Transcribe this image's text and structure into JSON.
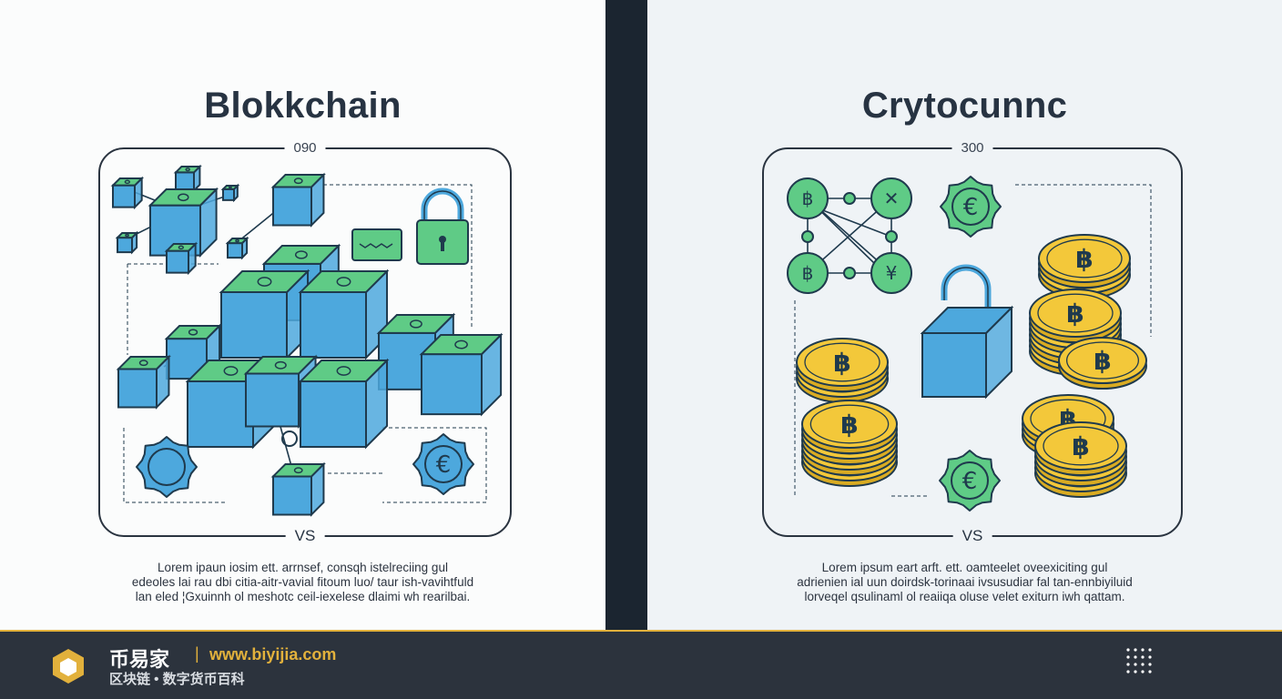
{
  "left": {
    "title": "Blokkchain",
    "frame_top_label": "090",
    "frame_bottom_label": "VS",
    "body_lines": [
      "Lorem ipaun iosim ett. arrnsef, consqh istelreciing gul",
      "edeoles lai rau dbi citia-aitr-vavial fitoum luo/ taur ish-vavihtfuld",
      "lan eled ¦Gxuinnh ol  meshotc ceil-iexelese dlaimi wh rearilbai."
    ]
  },
  "right": {
    "title": "Crytocunnc",
    "frame_top_label": "300",
    "frame_bottom_label": "VS",
    "body_lines": [
      "Lorem ipsum eart arft. ett. oamteelet oveexiciting gul",
      "adrienien ial uun doirdsk-torinaai ivsusudiar fal tan-ennbiyiluid",
      "lorveqel qsulinaml ol reaiiqa oluse velet exiturn iwh qattam."
    ]
  },
  "footer": {
    "brand": "币易家",
    "separator": "|",
    "url": "www.biyijia.com",
    "tagline": "区块链 • 数字货币百科",
    "logo_icon": "hexagon-logo-icon",
    "menu_icon": "grid-dots-icon"
  },
  "colors": {
    "block_blue": "#4da8dd",
    "block_green": "#5fcb86",
    "coin_gold": "#f3c83a",
    "ink": "#1f3a4d",
    "footer_bg": "#2c333d",
    "accent": "#e2b13c"
  }
}
